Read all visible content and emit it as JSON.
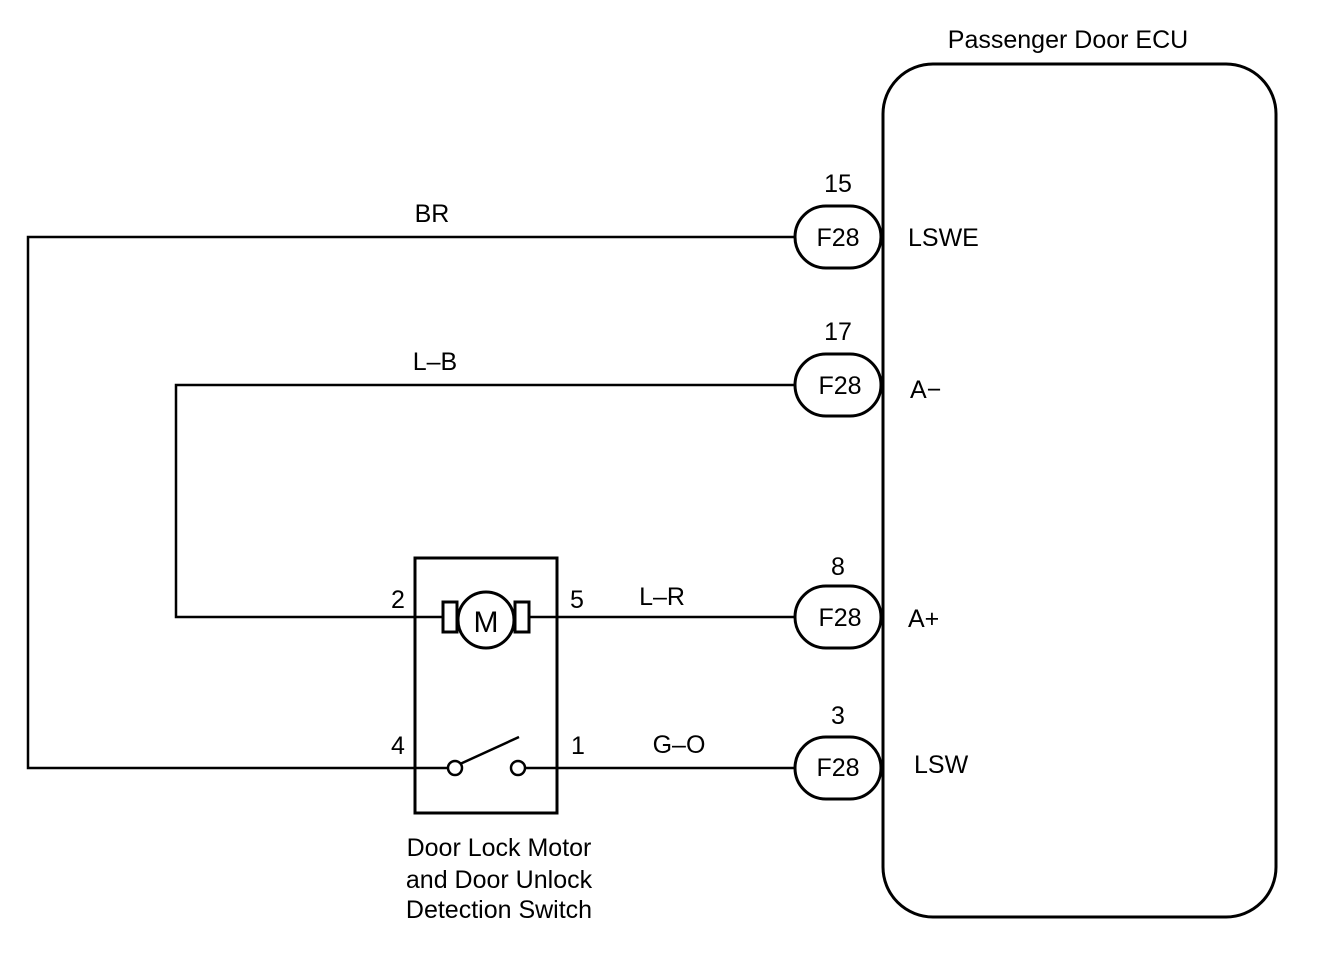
{
  "ecu": {
    "title": "Passenger Door ECU"
  },
  "connectors": [
    {
      "pin": "15",
      "code": "F28",
      "terminal": "LSWE"
    },
    {
      "pin": "17",
      "code": "F28",
      "terminal": "A−"
    },
    {
      "pin": "8",
      "code": "F28",
      "terminal": "A+"
    },
    {
      "pin": "3",
      "code": "F28",
      "terminal": "LSW"
    }
  ],
  "wires": [
    {
      "color_code": "BR"
    },
    {
      "color_code": "L–B"
    },
    {
      "color_code": "L–R"
    },
    {
      "color_code": "G–O"
    }
  ],
  "component": {
    "pins": {
      "p2": "2",
      "p5": "5",
      "p4": "4",
      "p1": "1"
    },
    "motor_symbol": "M",
    "name_lines": [
      "Door Lock Motor",
      "and Door Unlock",
      "Detection Switch"
    ]
  }
}
